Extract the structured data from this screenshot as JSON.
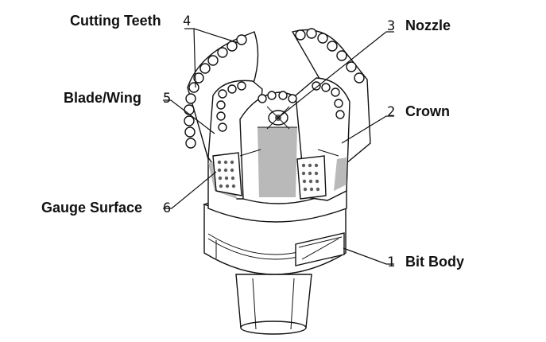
{
  "labels": [
    {
      "key": "bit_body",
      "number": "1",
      "text": "Bit Body"
    },
    {
      "key": "crown",
      "number": "2",
      "text": "Crown"
    },
    {
      "key": "nozzle",
      "number": "3",
      "text": "Nozzle"
    },
    {
      "key": "cutting_teeth",
      "number": "4",
      "text": "Cutting Teeth"
    },
    {
      "key": "blade_wing",
      "number": "5",
      "text": "Blade/Wing"
    },
    {
      "key": "gauge_surface",
      "number": "6",
      "text": "Gauge Surface"
    }
  ],
  "colors": {
    "ink": "#111111",
    "shade": "#b9b9b9",
    "shade_dark": "#5d5d5d",
    "background": "#ffffff"
  }
}
